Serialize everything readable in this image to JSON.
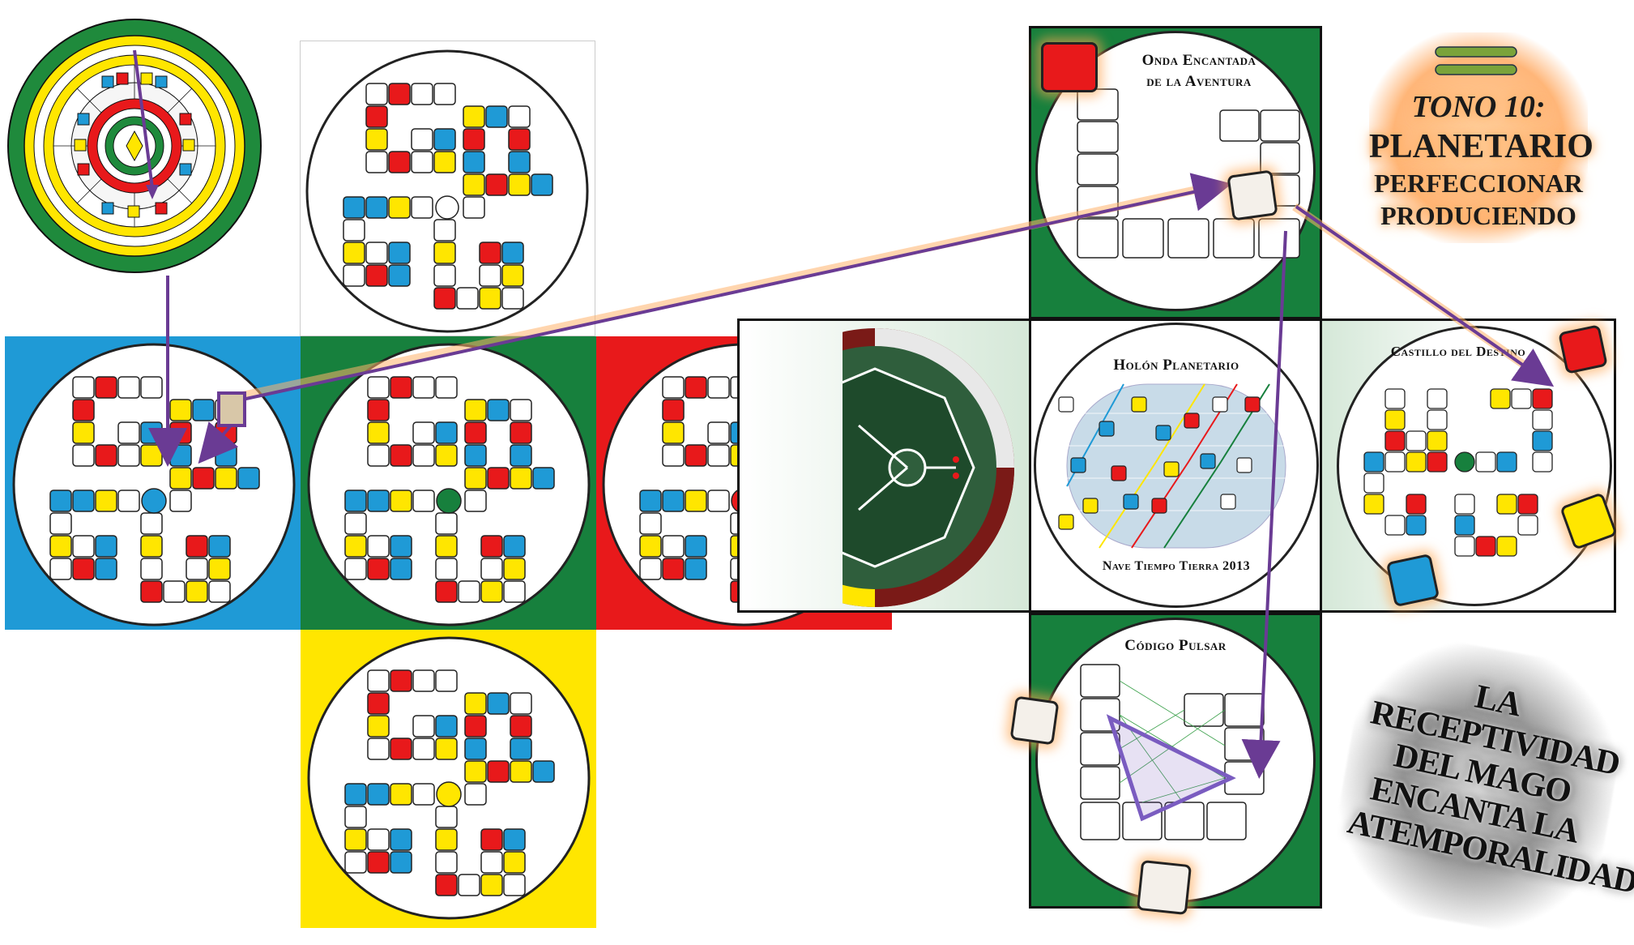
{
  "boards": {
    "onda": {
      "title_line1": "Onda Encantada",
      "title_line2": "de la Aventura"
    },
    "holon": {
      "title": "Holón Planetario",
      "footer": "Nave Tiempo Tierra 2013"
    },
    "castillo": {
      "title": "Castillo del Destino"
    },
    "pulsar": {
      "title": "Código Pulsar"
    }
  },
  "tone": {
    "line1": "TONO 10:",
    "line2": "PLANETARIO",
    "line3": "PERFECCIONAR",
    "line4": "PRODUCIENDO"
  },
  "affirmation": {
    "line1": "LA RECEPTIVIDAD",
    "line2": "DEL MAGO",
    "line3": "ENCANTA LA",
    "line4": "ATEMPORALIDAD"
  },
  "colors": {
    "blue": "#1f9ad6",
    "green": "#17803d",
    "red": "#e8191b",
    "yellow": "#ffe600",
    "purple": "#6a3b94",
    "glow": "#ffb36b"
  }
}
